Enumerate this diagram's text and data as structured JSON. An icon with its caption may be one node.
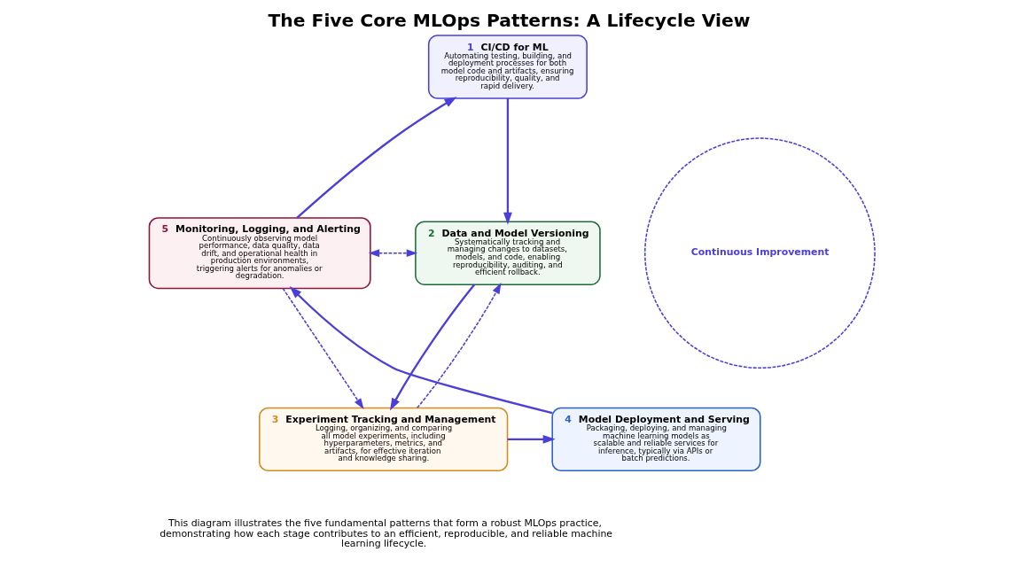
{
  "diagram": {
    "title": "The Five Core MLOps Patterns: A Lifecycle View",
    "caption": "This diagram illustrates the five fundamental patterns that form a robust MLOps practice, demonstrating how each stage contributes to an efficient, reproducible, and reliable machine learning lifecycle.",
    "nodes": [
      {
        "text": [
          "1",
          "CI/CD for ML",
          "Automating testing, building, and deployment processes for both model code and artifacts, ensuring reproducibility, quality, and rapid delivery."
        ]
      },
      {
        "text": [
          "2",
          "Data and Model Versioning",
          "Systematically tracking and managing changes to datasets, models, and code, enabling reproducibility, auditing, and efficient rollback."
        ]
      },
      {
        "text": [
          "3",
          "Experiment Tracking and Management",
          "Logging, organizing, and comparing all model experiments, including hyperparameters, metrics, and artifacts, for effective iteration and knowledge sharing."
        ]
      },
      {
        "text": [
          "4",
          "Model Deployment and Serving",
          "Packaging, deploying, and managing machine learning models as scalable and reliable services for inference, typically via APIs or batch predictions."
        ]
      },
      {
        "text": [
          "5",
          "Monitoring, Logging, and Alerting",
          "Continuously observing model performance, data quality, data drift, and operational health in production environments, triggering alerts for anomalies or degradation."
        ]
      }
    ],
    "edges": [
      {
        "from": 4,
        "to": 0,
        "arrow": "to"
      },
      {
        "from": 0,
        "to": 1,
        "arrow": "to"
      },
      {
        "from": 1,
        "to": 2,
        "arrow": "to"
      },
      {
        "from": 2,
        "to": 1,
        "arrow": "to",
        "style": "dashed"
      },
      {
        "from": 2,
        "to": 3,
        "arrow": "to"
      },
      {
        "from": 3,
        "to": 4,
        "arrow": "to"
      },
      {
        "from": 4,
        "to": 1,
        "arrow": "both",
        "style": "dashed"
      },
      {
        "from": 4,
        "to": 2,
        "arrow": "to",
        "style": "dashed"
      }
    ],
    "labels": [
      "Continuous Improvement"
    ]
  }
}
